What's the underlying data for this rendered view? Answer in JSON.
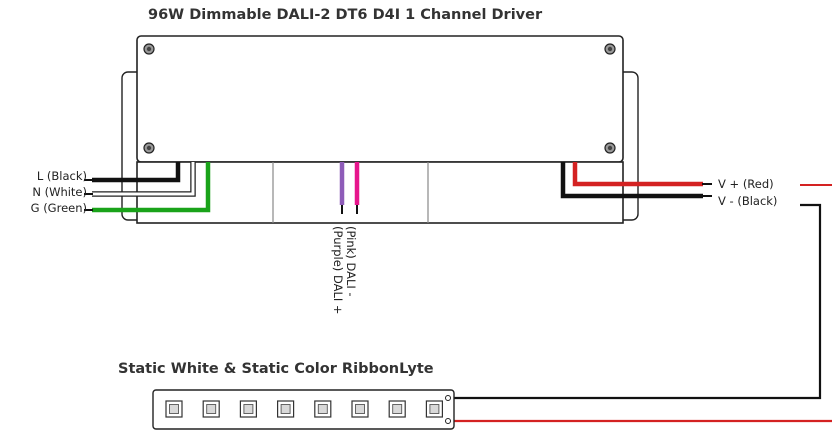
{
  "driver": {
    "title": "96W Dimmable DALI-2 DT6 D4I 1 Channel Driver"
  },
  "input_wires": [
    {
      "label": "L (Black)",
      "color": "#111111"
    },
    {
      "label": "N (White)",
      "color": "#ffffff"
    },
    {
      "label": "G (Green)",
      "color": "#1aa31a"
    }
  ],
  "dali_wires": [
    {
      "label": "(Purple) DALI +",
      "color": "#8e5cb8"
    },
    {
      "label": "(Pink) DALI -",
      "color": "#e6168c"
    }
  ],
  "output_wires": [
    {
      "label": "V + (Red)",
      "color": "#d42222"
    },
    {
      "label": "V - (Black)",
      "color": "#111111"
    }
  ],
  "strip": {
    "title": "Static White & Static Color RibbonLyte",
    "led_count": 8
  }
}
